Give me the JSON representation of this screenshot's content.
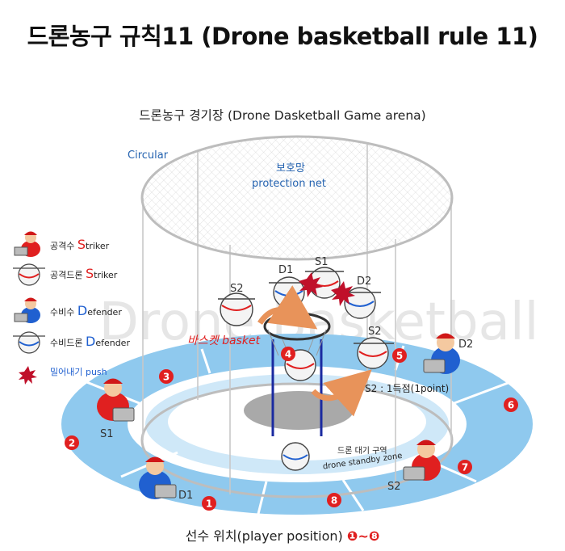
{
  "title": "드론농구 규칙11 (Drone basketball rule 11)",
  "subtitle": "드론농구 경기장 (Drone Dasketball Game arena)",
  "watermark": "Drone Basketball",
  "arena": {
    "circular": "Circular",
    "net_ko": "보호망",
    "net_en": "protection net",
    "basket_label": "바스켓 basket",
    "standby_ko": "드론 대기 구역",
    "standby_en": "drone standby zone",
    "score_note": "S2 : 1득점(1point)"
  },
  "drones": {
    "d1": "D1",
    "s1": "S1",
    "d2": "D2",
    "s2_left": "S2",
    "s2_right": "S2"
  },
  "pilots": {
    "s1": "S1",
    "d1": "D1",
    "s2": "S2",
    "d2": "D2"
  },
  "positions": [
    "1",
    "2",
    "3",
    "4",
    "5",
    "6",
    "7",
    "8"
  ],
  "legend": [
    {
      "ko": "공격수 ",
      "letter": "S",
      "rest": "triker",
      "color": "#e02020",
      "icon": "striker-pilot-icon"
    },
    {
      "ko": "공격드론 ",
      "letter": "S",
      "rest": "triker",
      "color": "#e02020",
      "icon": "striker-drone-icon"
    },
    {
      "ko": "수비수 ",
      "letter": "D",
      "rest": "efender",
      "color": "#2060d0",
      "icon": "defender-pilot-icon"
    },
    {
      "ko": "수비드론 ",
      "letter": "D",
      "rest": "efender",
      "color": "#2060d0",
      "icon": "defender-drone-icon"
    },
    {
      "ko": "밀어내기 push",
      "letter": "",
      "rest": "",
      "color": "#2060d0",
      "icon": "push-burst-icon"
    }
  ],
  "footer": {
    "text": "선수 위치(player position) ",
    "range": "❶~❽"
  },
  "colors": {
    "floor": "#8fc9ee",
    "floor_inner": "#cfe8f8",
    "striker": "#e02020",
    "defender": "#2060d0",
    "arrow": "#e8935a",
    "pole": "#1a2aa0"
  }
}
